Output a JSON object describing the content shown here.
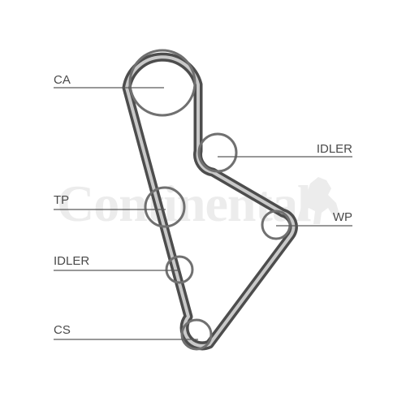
{
  "watermark": {
    "text": "Continental"
  },
  "components": [
    {
      "key": "ca",
      "label": "CA"
    },
    {
      "key": "idler_upper",
      "label": "IDLER"
    },
    {
      "key": "tp",
      "label": "TP"
    },
    {
      "key": "wp",
      "label": "WP"
    },
    {
      "key": "idler_lower",
      "label": "IDLER"
    },
    {
      "key": "cs",
      "label": "CS"
    }
  ],
  "colors": {
    "belt": "#4d4d4d",
    "pulley": "#707070",
    "label": "#4a4a4a",
    "watermark": "#ececec"
  }
}
